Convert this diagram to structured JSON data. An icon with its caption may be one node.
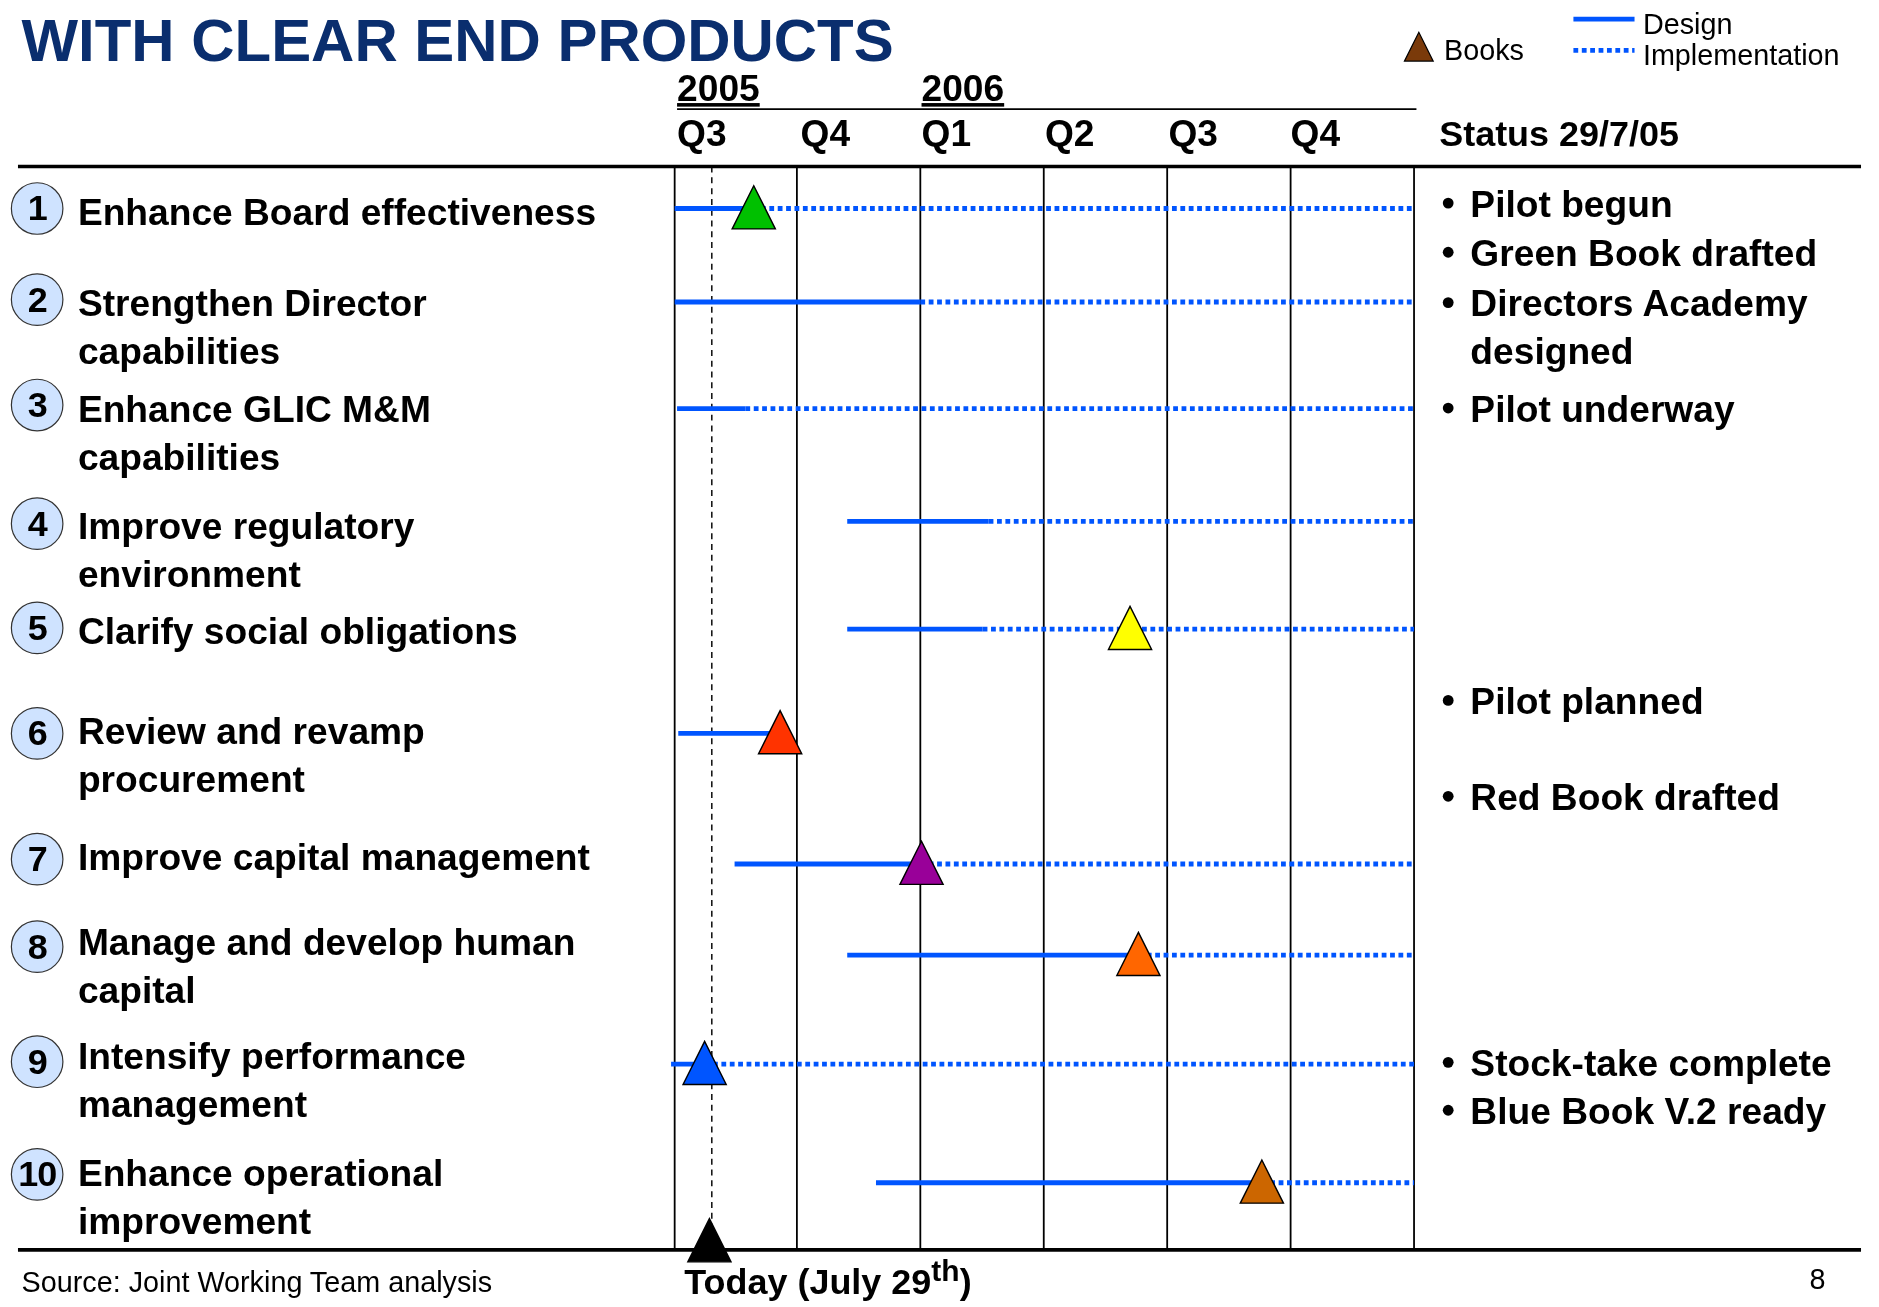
{
  "diagram": {
    "title": "WITH CLEAR END PRODUCTS",
    "nodes": [
      {
        "text": [
          "1"
        ],
        "beside": [
          "Enhance Board effectiveness"
        ]
      },
      {
        "text": [
          "2"
        ],
        "beside": [
          "Strengthen Director capabilities"
        ]
      },
      {
        "text": [
          "3"
        ],
        "beside": [
          "Enhance GLIC M&M capabilities"
        ]
      },
      {
        "text": [
          "4"
        ],
        "beside": [
          "Improve regulatory environment"
        ]
      },
      {
        "text": [
          "5"
        ],
        "beside": [
          "Clarify social obligations"
        ]
      },
      {
        "text": [
          "6"
        ],
        "beside": [
          "Review and revamp procurement"
        ]
      },
      {
        "text": [
          "7"
        ],
        "beside": [
          "Improve capital management"
        ]
      },
      {
        "text": [
          "8"
        ],
        "beside": [
          "Manage and develop human capital"
        ]
      },
      {
        "text": [
          "9"
        ],
        "beside": [
          "Intensify performance management"
        ]
      },
      {
        "text": [
          "10"
        ],
        "beside": [
          "Enhance operational improvement"
        ]
      }
    ],
    "labels": [
      "2005",
      "2006",
      "Q3",
      "Q4",
      "Q1",
      "Q2",
      "Q3",
      "Q4",
      "Status 29/7/05",
      "Pilot begun",
      "Green Book drafted",
      "Directors Academy designed",
      "Pilot underway",
      "Pilot planned",
      "Red Book drafted",
      "Stock-take complete",
      "Blue Book V.2 ready",
      "Source: Joint Working Team analysis",
      "Today (July 29$^{th}$)",
      "8"
    ],
    "legend": [
      {
        "text": "Books"
      },
      {
        "text": "Design"
      },
      {
        "text": "Implementation"
      }
    ]
  }
}
